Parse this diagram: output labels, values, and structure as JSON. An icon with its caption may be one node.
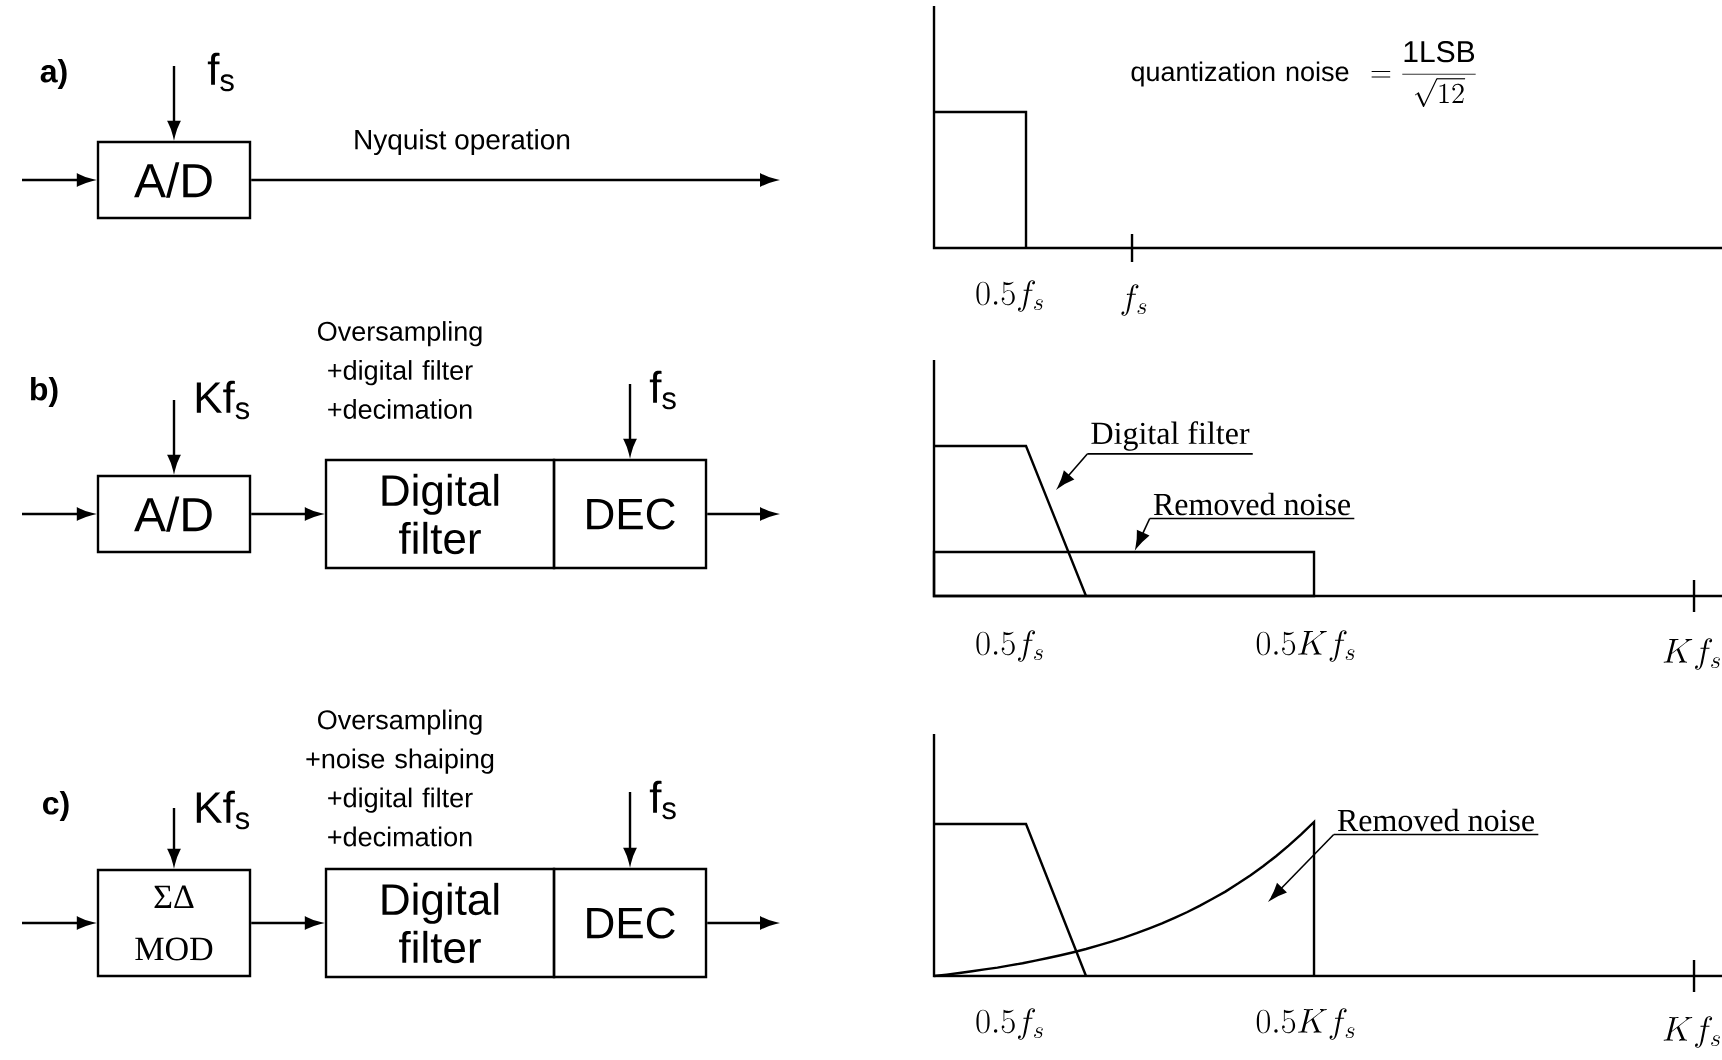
{
  "diagram": {
    "nodes": [
      {
        "text": [
          "A/D"
        ]
      },
      {
        "text": [
          "A/D"
        ]
      },
      {
        "text": [
          "Digital filter"
        ]
      },
      {
        "text": [
          "DEC"
        ]
      },
      {
        "text": [
          "ΣΔ MOD"
        ]
      },
      {
        "text": [
          "Digital filter"
        ]
      },
      {
        "text": [
          "DEC"
        ]
      },
      {
        "text": [
          "Digital filter"
        ]
      },
      {
        "text": [
          "Removed noise"
        ]
      },
      {
        "text": [
          "Removed noise"
        ]
      },
      {
        "text": [],
        "shape": "box"
      }
    ],
    "edges": [
      {
        "from": null,
        "to": 0,
        "arrow": "to"
      },
      {
        "from": null,
        "to": 0,
        "arrow": "to",
        "label": "f$_{s}$"
      },
      {
        "from": 0,
        "to": null,
        "arrow": "to",
        "label": "Nyquist operation"
      },
      {
        "from": null,
        "to": 1,
        "arrow": "to"
      },
      {
        "from": null,
        "to": 1,
        "arrow": "to",
        "label": "Kf$_{s}$"
      },
      {
        "from": 1,
        "to": 2,
        "arrow": "to"
      },
      {
        "from": null,
        "to": 3,
        "arrow": "to",
        "label": "f$_{s}$"
      },
      {
        "from": 3,
        "to": null,
        "arrow": "to"
      },
      {
        "from": null,
        "to": 4,
        "arrow": "to"
      },
      {
        "from": null,
        "to": 4,
        "arrow": "to",
        "label": "Kf$_{s}$"
      },
      {
        "from": 4,
        "to": 5,
        "arrow": "to"
      },
      {
        "from": null,
        "to": 6,
        "arrow": "to",
        "label": "f$_{s}$"
      },
      {
        "from": 6,
        "to": null,
        "arrow": "to"
      },
      {
        "from": 7,
        "to": null,
        "arrow": "to"
      },
      {
        "from": 8,
        "to": 10,
        "arrow": "to"
      },
      {
        "from": 9,
        "to": null,
        "arrow": "to"
      }
    ],
    "labels": [
      "a)",
      "quantization noise",
      "=\\frac{\\mathrm{1LSB}}{\\sqrt{12}}",
      "0.5f_s",
      "f_s",
      "b)",
      "Oversampling +digital filter +decimation",
      "0.5f_s",
      "0.5Kf_s",
      "Kf_s",
      "c)",
      "Oversampling +noise shaiping +digital filter +decimation",
      "0.5f_s",
      "0.5Kf_s",
      "Kf_s"
    ]
  }
}
